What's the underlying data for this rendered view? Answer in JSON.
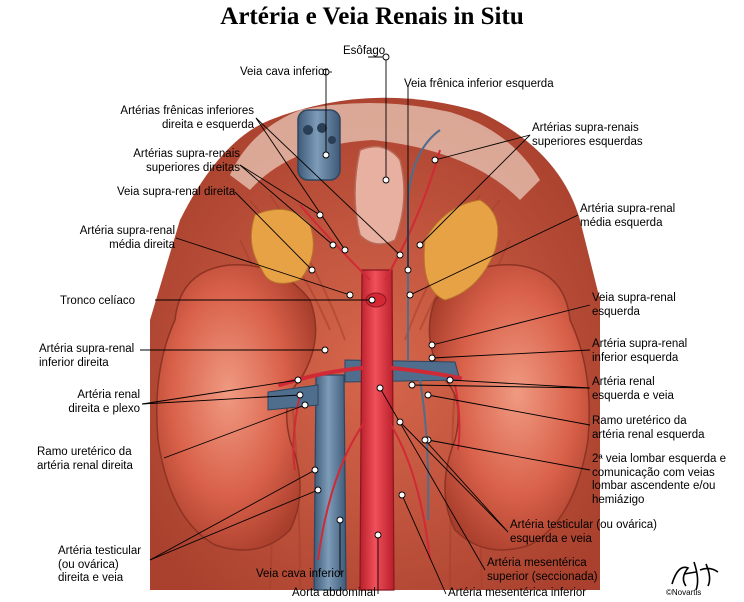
{
  "title": "Artéria e Veia Renais in Situ",
  "colors": {
    "background": "#ffffff",
    "muscle": "#c8563c",
    "muscle_dark": "#9e3a28",
    "kidney": "#d9614a",
    "kidney_light": "#ee8d74",
    "adrenal": "#e8a246",
    "vena_cava": "#5f7f9c",
    "aorta": "#e0303a",
    "leader_line": "#000000",
    "marker": "#ffffff"
  },
  "labels": {
    "esofago": "Esôfago",
    "veia_cava_inferior_top": "Veia cava inferior",
    "veia_frenica_inferior_esquerda": "Veia frênica inferior esquerda",
    "arterias_frenicas_inferiores": [
      "Artérias frênicas inferiores",
      "direita e esquerda"
    ],
    "arterias_supra_renais_superiores_esquerdas": [
      "Artérias supra-renais",
      "superiores esquerdas"
    ],
    "arterias_supra_renais_superiores_direitas": [
      "Artérias supra-renais",
      "superiores direitas"
    ],
    "veia_supra_renal_direita": "Veia supra-renal direita",
    "arteria_supra_renal_media_esquerda": [
      "Artéria supra-renal",
      "média esquerda"
    ],
    "arteria_supra_renal_media_direita": [
      "Artéria supra-renal",
      "média direita"
    ],
    "tronco_celiaco": "Tronco celíaco",
    "veia_supra_renal_esquerda": [
      "Veia supra-renal",
      "esquerda"
    ],
    "arteria_supra_renal_inferior_direita": [
      "Artéria supra-renal",
      "inferior direita"
    ],
    "arteria_supra_renal_inferior_esquerda": [
      "Artéria supra-renal",
      "inferior esquerda"
    ],
    "arteria_renal_direita_plexo": [
      "Artéria renal",
      "direita e plexo"
    ],
    "arteria_renal_esquerda_veia": [
      "Artéria renal",
      "esquerda e veia"
    ],
    "ramo_ureterico_arteria_renal_esquerda": [
      "Ramo uretérico da",
      "artéria renal esquerda"
    ],
    "ramo_ureterico_arteria_renal_direita": [
      "Ramo uretérico da",
      "artéria renal direita"
    ],
    "segunda_veia_lombar": [
      "2ª veia lombar esquerda e",
      "comunicação com veias",
      "lombar ascendente e/ou",
      "hemiázigo"
    ],
    "arteria_testicular_esquerda": [
      "Artéria testicular (ou ovárica)",
      "esquerda e veia"
    ],
    "arteria_mesenterica_superior": [
      "Artéria mesentérica",
      "superior (seccionada)"
    ],
    "arteria_testicular_direita": [
      "Artéria testicular",
      "(ou ovárica)",
      "direita e veia"
    ],
    "veia_cava_inferior_bottom": "Veia cava inferior",
    "aorta_abdominal": "Aorta abdominal",
    "arteria_mesenterica_inferior": "Artéria mesentérica inferior"
  },
  "credit": "©Novartis"
}
